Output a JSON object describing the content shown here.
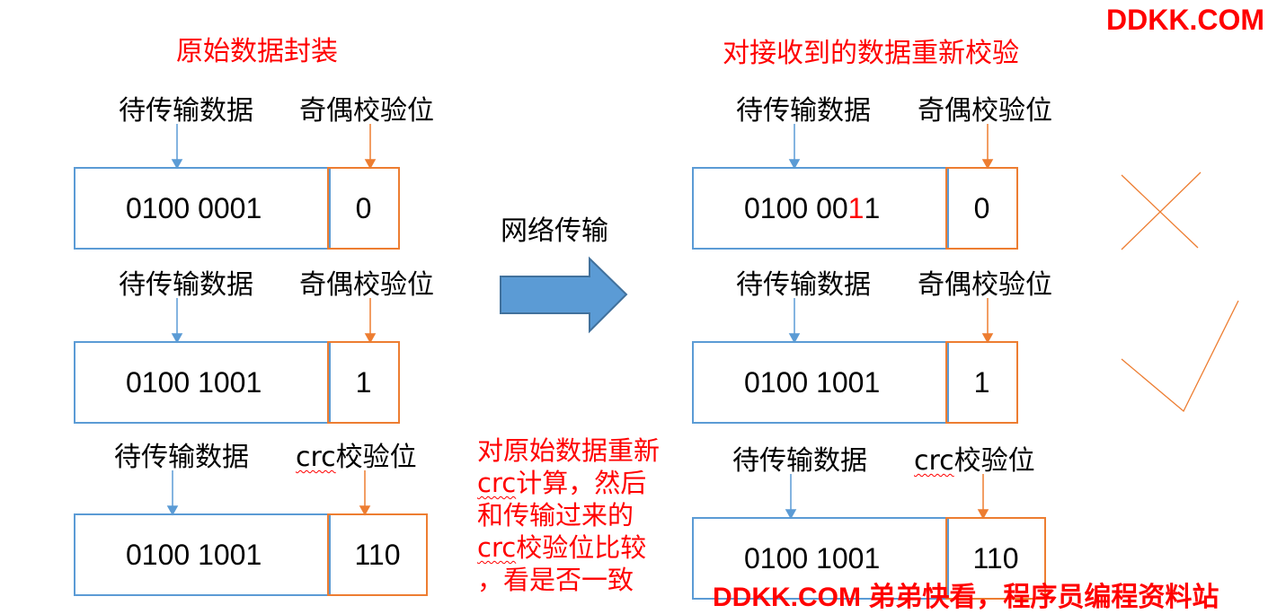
{
  "watermark_top": "DDKK.COM",
  "watermark_bottom": "DDKK.COM 弟弟快看，程序员编程资料站",
  "left": {
    "title": "原始数据封装",
    "rows": [
      {
        "data_label": "待传输数据",
        "check_label": "奇偶校验位",
        "data": "0100 0001",
        "check": "0"
      },
      {
        "data_label": "待传输数据",
        "check_label": "奇偶校验位",
        "data": "0100 1001",
        "check": "1"
      },
      {
        "data_label": "待传输数据",
        "check_label_prefix": "crc",
        "check_label_suffix": "校验位",
        "data": "0100 1001",
        "check": "110"
      }
    ]
  },
  "middle": {
    "arrow_label": "网络传输",
    "note_lines": [
      "对原始数据重新",
      "计算，然后",
      "和传输过来的",
      "校验位比较",
      "，看是否一致"
    ],
    "note_crc": "crc"
  },
  "right": {
    "title": "对接收到的数据重新校验",
    "rows": [
      {
        "data_label": "待传输数据",
        "check_label": "奇偶校验位",
        "data_prefix": "0100 00",
        "data_flipped": "1",
        "data_suffix": "1",
        "check": "0",
        "result": "wrong"
      },
      {
        "data_label": "待传输数据",
        "check_label": "奇偶校验位",
        "data": "0100 1001",
        "check": "1",
        "result": "correct"
      },
      {
        "data_label": "待传输数据",
        "check_label_prefix": "crc",
        "check_label_suffix": "校验位",
        "data": "0100 1001",
        "check": "110"
      }
    ]
  },
  "colors": {
    "data": "#5b9bd5",
    "check": "#ed7d31",
    "arrow": "#5b9bd5",
    "accent": "#ff0000"
  }
}
